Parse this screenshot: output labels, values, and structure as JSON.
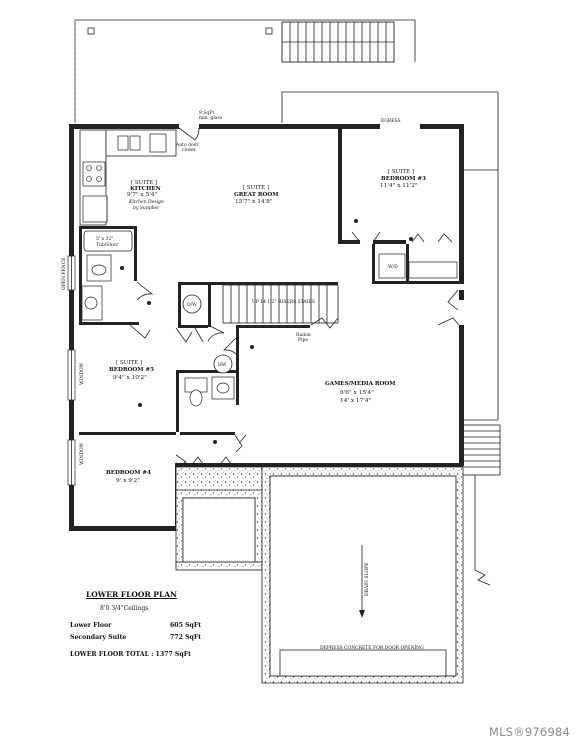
{
  "labels": {
    "egress_top": "EGRESS",
    "glass_note_1": "9 SqFt",
    "glass_note_2": "min. glass",
    "door_closer_1": "Auto door",
    "door_closer_2": "closer",
    "opt_fence_left": "OPEN FENCE",
    "dw_label": "D/W",
    "wd_label": "W/D",
    "hw_tank": "HW",
    "tub_size": "5' x 32\"",
    "tub_type": "Tub/Shwr",
    "stairs_note": "UP 14 1/2\" RISERS STAIRS",
    "radon_pipe_1": "Radon",
    "radon_pipe_2": "Pipe",
    "window_left_1": "WINDOW",
    "window_left_2": "WINDOW",
    "drain_slope": "DRAIN SLOPE",
    "concrete_note": "DEPRESS CONCRETE FOR DOOR OPENING"
  },
  "rooms": {
    "kitchen": {
      "suite": "[ SUITE ]",
      "name": "KITCHEN",
      "dims": "9'7\" x 5'4\"",
      "note1": "Kitchen Design",
      "note2": "by Supplier"
    },
    "great_room": {
      "suite": "[ SUITE ]",
      "name": "GREAT ROOM",
      "dims": "15'7\" x 14'8\""
    },
    "bedroom3": {
      "suite": "[ SUITE ]",
      "name": "BEDROOM #3",
      "dims": "11'4\" x 11'2\""
    },
    "bedroom5": {
      "suite": "[ SUITE ]",
      "name": "BEDROOM #5",
      "dims": "9'4\" x 10'2\""
    },
    "games": {
      "name": "GAMES/MEDIA ROOM",
      "dims1": "6'6\" x 15'4\"",
      "dims2": "14' x 17'4\""
    },
    "bedroom4": {
      "name": "BEDROOM #4",
      "dims": "9' x 9'2\""
    }
  },
  "legend": {
    "title": "LOWER FLOOR PLAN",
    "ceilings": "8'0 3/4\"Ceilings",
    "lower_floor_label": "Lower Floor",
    "lower_floor_value": "605 SqFt",
    "suite_label": "Secondary Suite",
    "suite_value": "772 SqFt",
    "total": "LOWER FLOOR TOTAL : 1377 SqFt"
  },
  "watermark": "MLS®976984"
}
